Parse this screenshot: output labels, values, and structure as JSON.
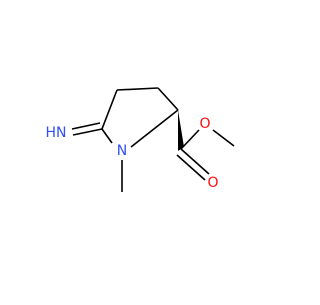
{
  "molecule": {
    "colors": {
      "bond": "#000000",
      "nitrogen": "#3050F8",
      "oxygen": "#FF0D0D",
      "background": "#FFFFFF"
    },
    "atom_labels": {
      "imine_nitrogen": "HN",
      "ring_nitrogen": "N",
      "ester_oxygen": "O",
      "carbonyl_oxygen": "O"
    },
    "stereo": "wedge"
  }
}
